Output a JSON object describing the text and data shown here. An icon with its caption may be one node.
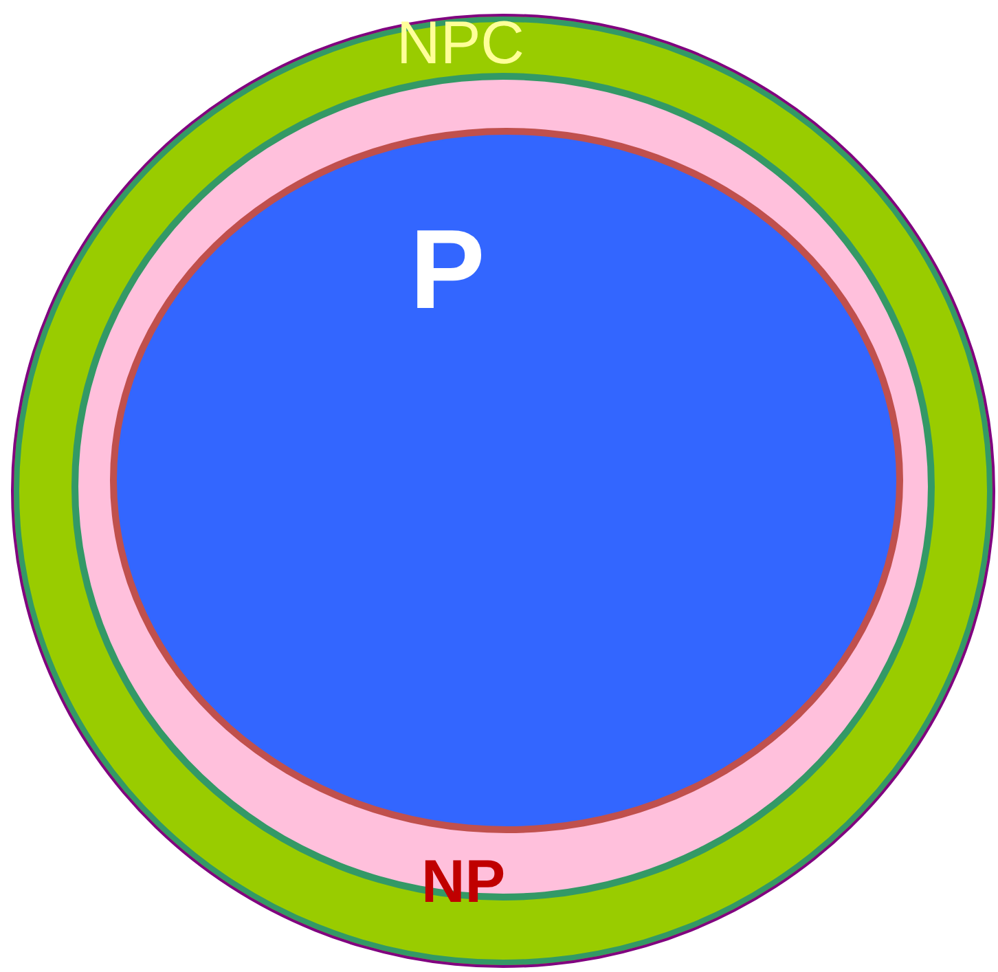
{
  "diagram": {
    "nodes": [
      {
        "text": [
          "NPC"
        ]
      },
      {
        "text": [
          "NP"
        ],
        "in": 0
      },
      {
        "text": [
          "P"
        ],
        "in": 1
      }
    ]
  }
}
